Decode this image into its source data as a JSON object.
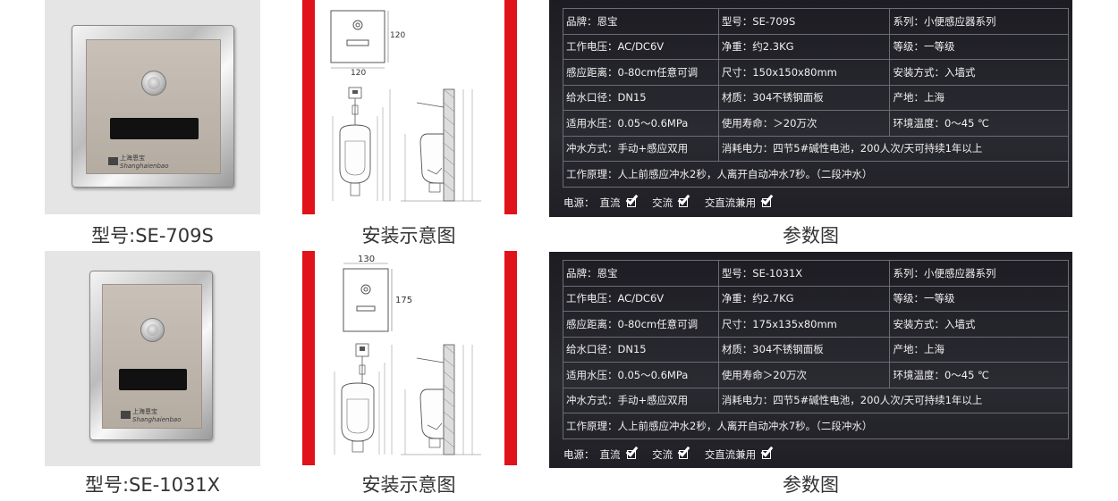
{
  "products": [
    {
      "model_caption": "型号:SE-709S",
      "drawing_caption": "安装示意图",
      "spec_caption": "参数图",
      "logo_text": "上海恩宝",
      "logo_script": "Shanghaienbao",
      "dims": {
        "width": "120",
        "height": "120"
      },
      "spec_rows": [
        [
          "品牌：恩宝",
          "型号：SE-709S",
          "系列：小便感应器系列"
        ],
        [
          "工作电压：AC/DC6V",
          "净重：约2.3KG",
          "等级：一等级"
        ],
        [
          "感应距离：0-80cm任意可调",
          "尺寸：150x150x80mm",
          "安装方式：入墙式"
        ],
        [
          "给水口径：DN15",
          "材质：304不锈钢面板",
          "产地：上海"
        ],
        [
          "适用水压：0.05～0.6MPa",
          "使用寿命：＞20万次",
          "环境温度：0～45 ℃"
        ]
      ],
      "flush_mode": "冲水方式：手动+感应双用",
      "power_consumption": "消耗电力：四节5#碱性电池，200人次/天可持续1年以上",
      "principle": "工作原理：人上前感应冲水2秒，人离开自动冲水7秒。（二段冲水）",
      "power_label": "电源：",
      "power_options": [
        "直流",
        "交流",
        "交直流兼用"
      ]
    },
    {
      "model_caption": "型号:SE-1031X",
      "drawing_caption": "安装示意图",
      "spec_caption": "参数图",
      "logo_text": "上海恩宝",
      "logo_script": "Shanghaienbao",
      "dims": {
        "width": "130",
        "height": "175"
      },
      "spec_rows": [
        [
          "品牌：恩宝",
          "型号：SE-1031X",
          "系列：小便感应器系列"
        ],
        [
          "工作电压：AC/DC6V",
          "净重：约2.7KG",
          "等级：一等级"
        ],
        [
          "感应距离：0-80cm任意可调",
          "尺寸：175x135x80mm",
          "安装方式：入墙式"
        ],
        [
          "给水口径：DN15",
          "材质：304不锈钢面板",
          "产地：上海"
        ],
        [
          "适用水压：0.05～0.6MPa",
          "使用寿命＞20万次",
          "环境温度：0～45 ℃"
        ]
      ],
      "flush_mode": "冲水方式：手动+感应双用",
      "power_consumption": "消耗电力：四节5#碱性电池，200人次/天可持续1年以上",
      "principle": "工作原理：人上前感应冲水2秒，人离开自动冲水7秒。（二段冲水）",
      "power_label": "电源：",
      "power_options": [
        "直流",
        "交流",
        "交直流兼用"
      ]
    }
  ],
  "colors": {
    "red_bar": "#e0121a",
    "spec_bg": "#22222a",
    "caption": "#333333"
  }
}
